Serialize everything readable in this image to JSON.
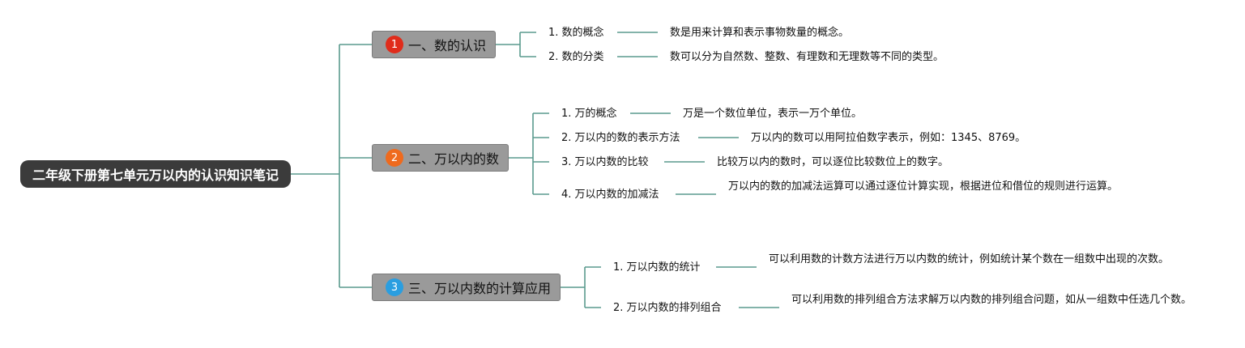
{
  "root": {
    "title": "二年级下册第七单元万以内的认识知识笔记"
  },
  "accent": {
    "line": "#5a9a8e",
    "badge_colors": [
      "#e02c1b",
      "#ef6a1d",
      "#2a9ee0"
    ]
  },
  "branches": [
    {
      "number": "1",
      "title": "一、数的认识",
      "items": [
        {
          "label": "1. 数的概念",
          "description": "数是用来计算和表示事物数量的概念。"
        },
        {
          "label": "2. 数的分类",
          "description": "数可以分为自然数、整数、有理数和无理数等不同的类型。"
        }
      ]
    },
    {
      "number": "2",
      "title": "二、万以内的数",
      "items": [
        {
          "label": "1. 万的概念",
          "description": "万是一个数位单位，表示一万个单位。"
        },
        {
          "label": "2. 万以内的数的表示方法",
          "description": "万以内的数可以用阿拉伯数字表示，例如：1345、8769。"
        },
        {
          "label": "3. 万以内数的比较",
          "description": "比较万以内的数时，可以逐位比较数位上的数字。"
        },
        {
          "label": "4. 万以内数的加减法",
          "description": "万以内的数的加减法运算可以通过逐位计算实现，根据进位和借位的规则进行运算。"
        }
      ]
    },
    {
      "number": "3",
      "title": "三、万以内数的计算应用",
      "items": [
        {
          "label": "1. 万以内数的统计",
          "description": "可以利用数的计数方法进行万以内数的统计，例如统计某个数在一组数中出现的次数。"
        },
        {
          "label": "2. 万以内数的排列组合",
          "description": "可以利用数的排列组合方法求解万以内数的排列组合问题，如从一组数中任选几个数。"
        }
      ]
    }
  ]
}
